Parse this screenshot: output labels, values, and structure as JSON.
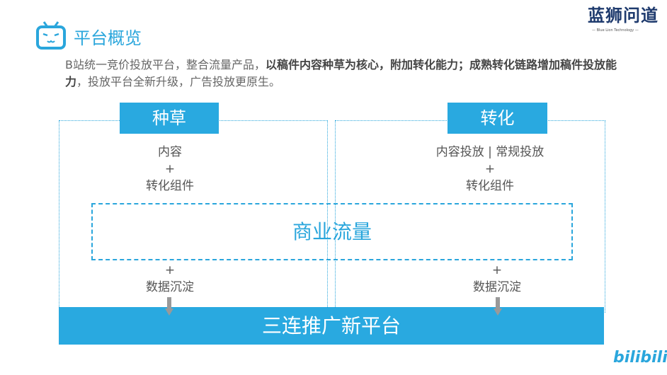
{
  "header": {
    "title": "平台概览",
    "brand": "蓝狮问道",
    "brand_sub": "— Blue Lion Technology —"
  },
  "description": {
    "part1": "B站统一竞价投放平台，整合流量产品，",
    "bold": "以稿件内容种草为核心，附加转化能力；成熟转化链路增加稿件投放能力",
    "part2": "，投放平台全新升级，广告投放更原生。"
  },
  "left": {
    "tag": "种草",
    "line1": "内容",
    "plus": "+",
    "line2": "转化组件",
    "plus2": "+",
    "line3": "数据沉淀"
  },
  "right": {
    "tag": "转化",
    "line1": "内容投放 | 常规投放",
    "plus": "+",
    "line2": "转化组件",
    "plus2": "+",
    "line3": "数据沉淀"
  },
  "center": {
    "label": "商业流量"
  },
  "bottom": {
    "label": "三连推广新平台"
  },
  "footer": {
    "logo": "bilibili"
  },
  "colors": {
    "accent": "#29a9e0",
    "brand": "#1f3b6e"
  }
}
